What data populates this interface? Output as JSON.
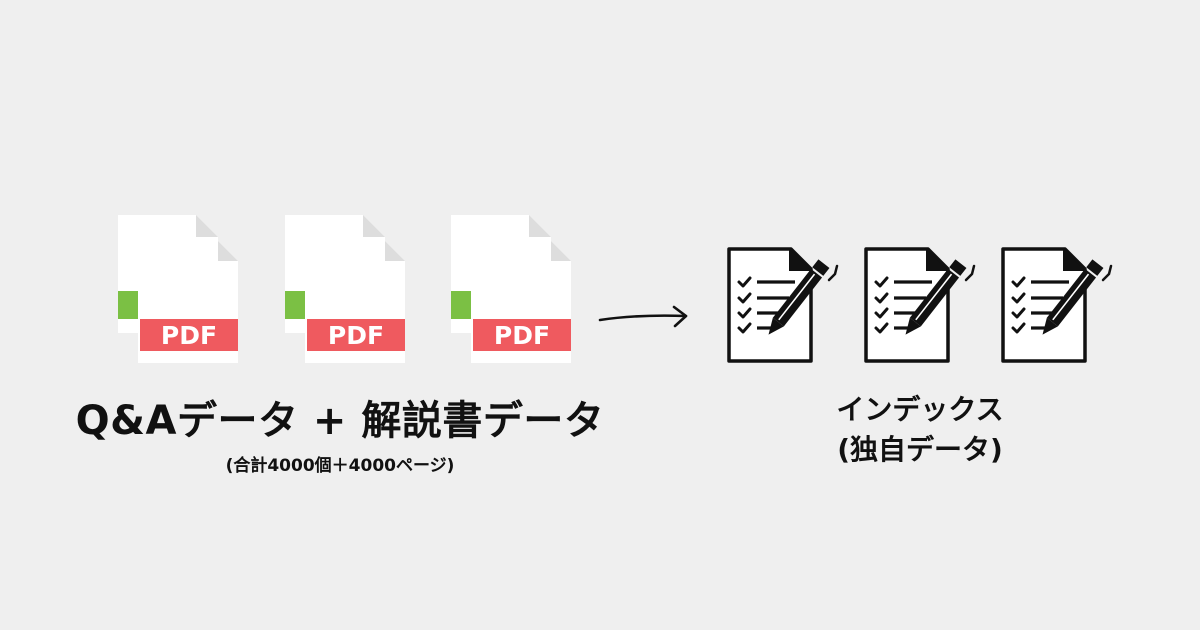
{
  "source_files": {
    "count": 3,
    "badge_label": "PDF",
    "colors": {
      "page": "#ffffff",
      "fold": "#dddddd",
      "pdf_badge": "#ef5a5f",
      "back_badge": "#7bc044"
    }
  },
  "left_caption": {
    "title": "Q&Aデータ + 解説書データ",
    "subtitle": "(合計4000個＋4000ページ)"
  },
  "index_docs": {
    "count": 3,
    "icon": "checklist-document-pencil-icon"
  },
  "right_caption": {
    "line1": "インデックス",
    "line2": "(独自データ)"
  },
  "arrow": {
    "icon": "right-arrow-icon"
  }
}
